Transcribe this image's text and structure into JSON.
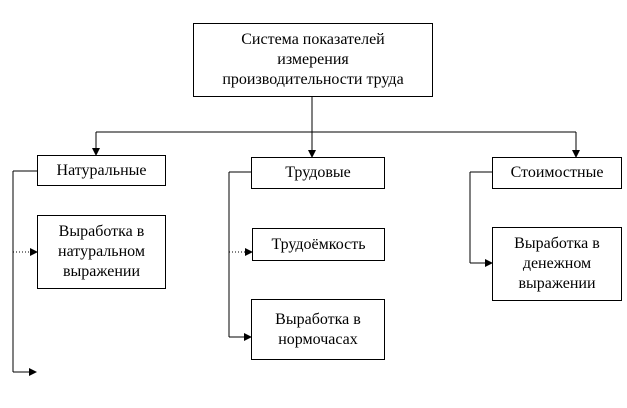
{
  "diagram": {
    "root": {
      "text": "Система показателей\nизмерения\nпроизводительности труда"
    },
    "categories": [
      {
        "text": "Натуральные",
        "children": [
          {
            "text": "Выработка в\nнатуральном\nвыражении"
          }
        ]
      },
      {
        "text": "Трудовые",
        "children": [
          {
            "text": "Трудоёмкость"
          },
          {
            "text": "Выработка в\nнормочасах"
          }
        ]
      },
      {
        "text": "Стоимостные",
        "children": [
          {
            "text": "Выработка в\nденежном\nвыражении"
          }
        ]
      }
    ]
  },
  "colors": {
    "line": "#000000",
    "box_border": "#000000",
    "text": "#000000"
  }
}
